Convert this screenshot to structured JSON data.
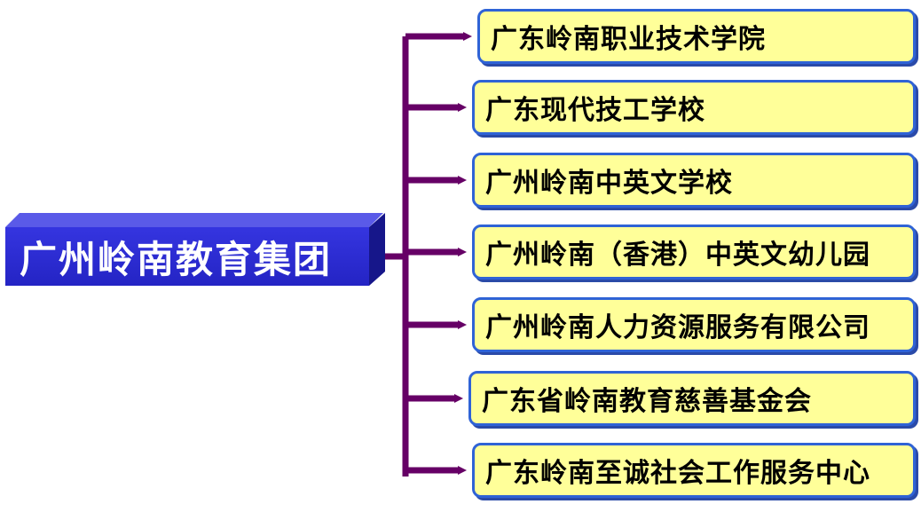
{
  "root": {
    "label": "广州岭南教育集团"
  },
  "children": [
    {
      "label": "广东岭南职业技术学院"
    },
    {
      "label": "广东现代技工学校"
    },
    {
      "label": "广州岭南中英文学校"
    },
    {
      "label": "广州岭南（香港）中英文幼儿园"
    },
    {
      "label": "广州岭南人力资源服务有限公司"
    },
    {
      "label": "广东省岭南教育慈善基金会"
    },
    {
      "label": "广东岭南至诚社会工作服务中心"
    }
  ],
  "colors": {
    "root_fill": "#2b2bd0",
    "root_text": "#ffffff",
    "child_fill": "#ffff99",
    "child_border": "#2f63d6",
    "connector": "#660066"
  }
}
